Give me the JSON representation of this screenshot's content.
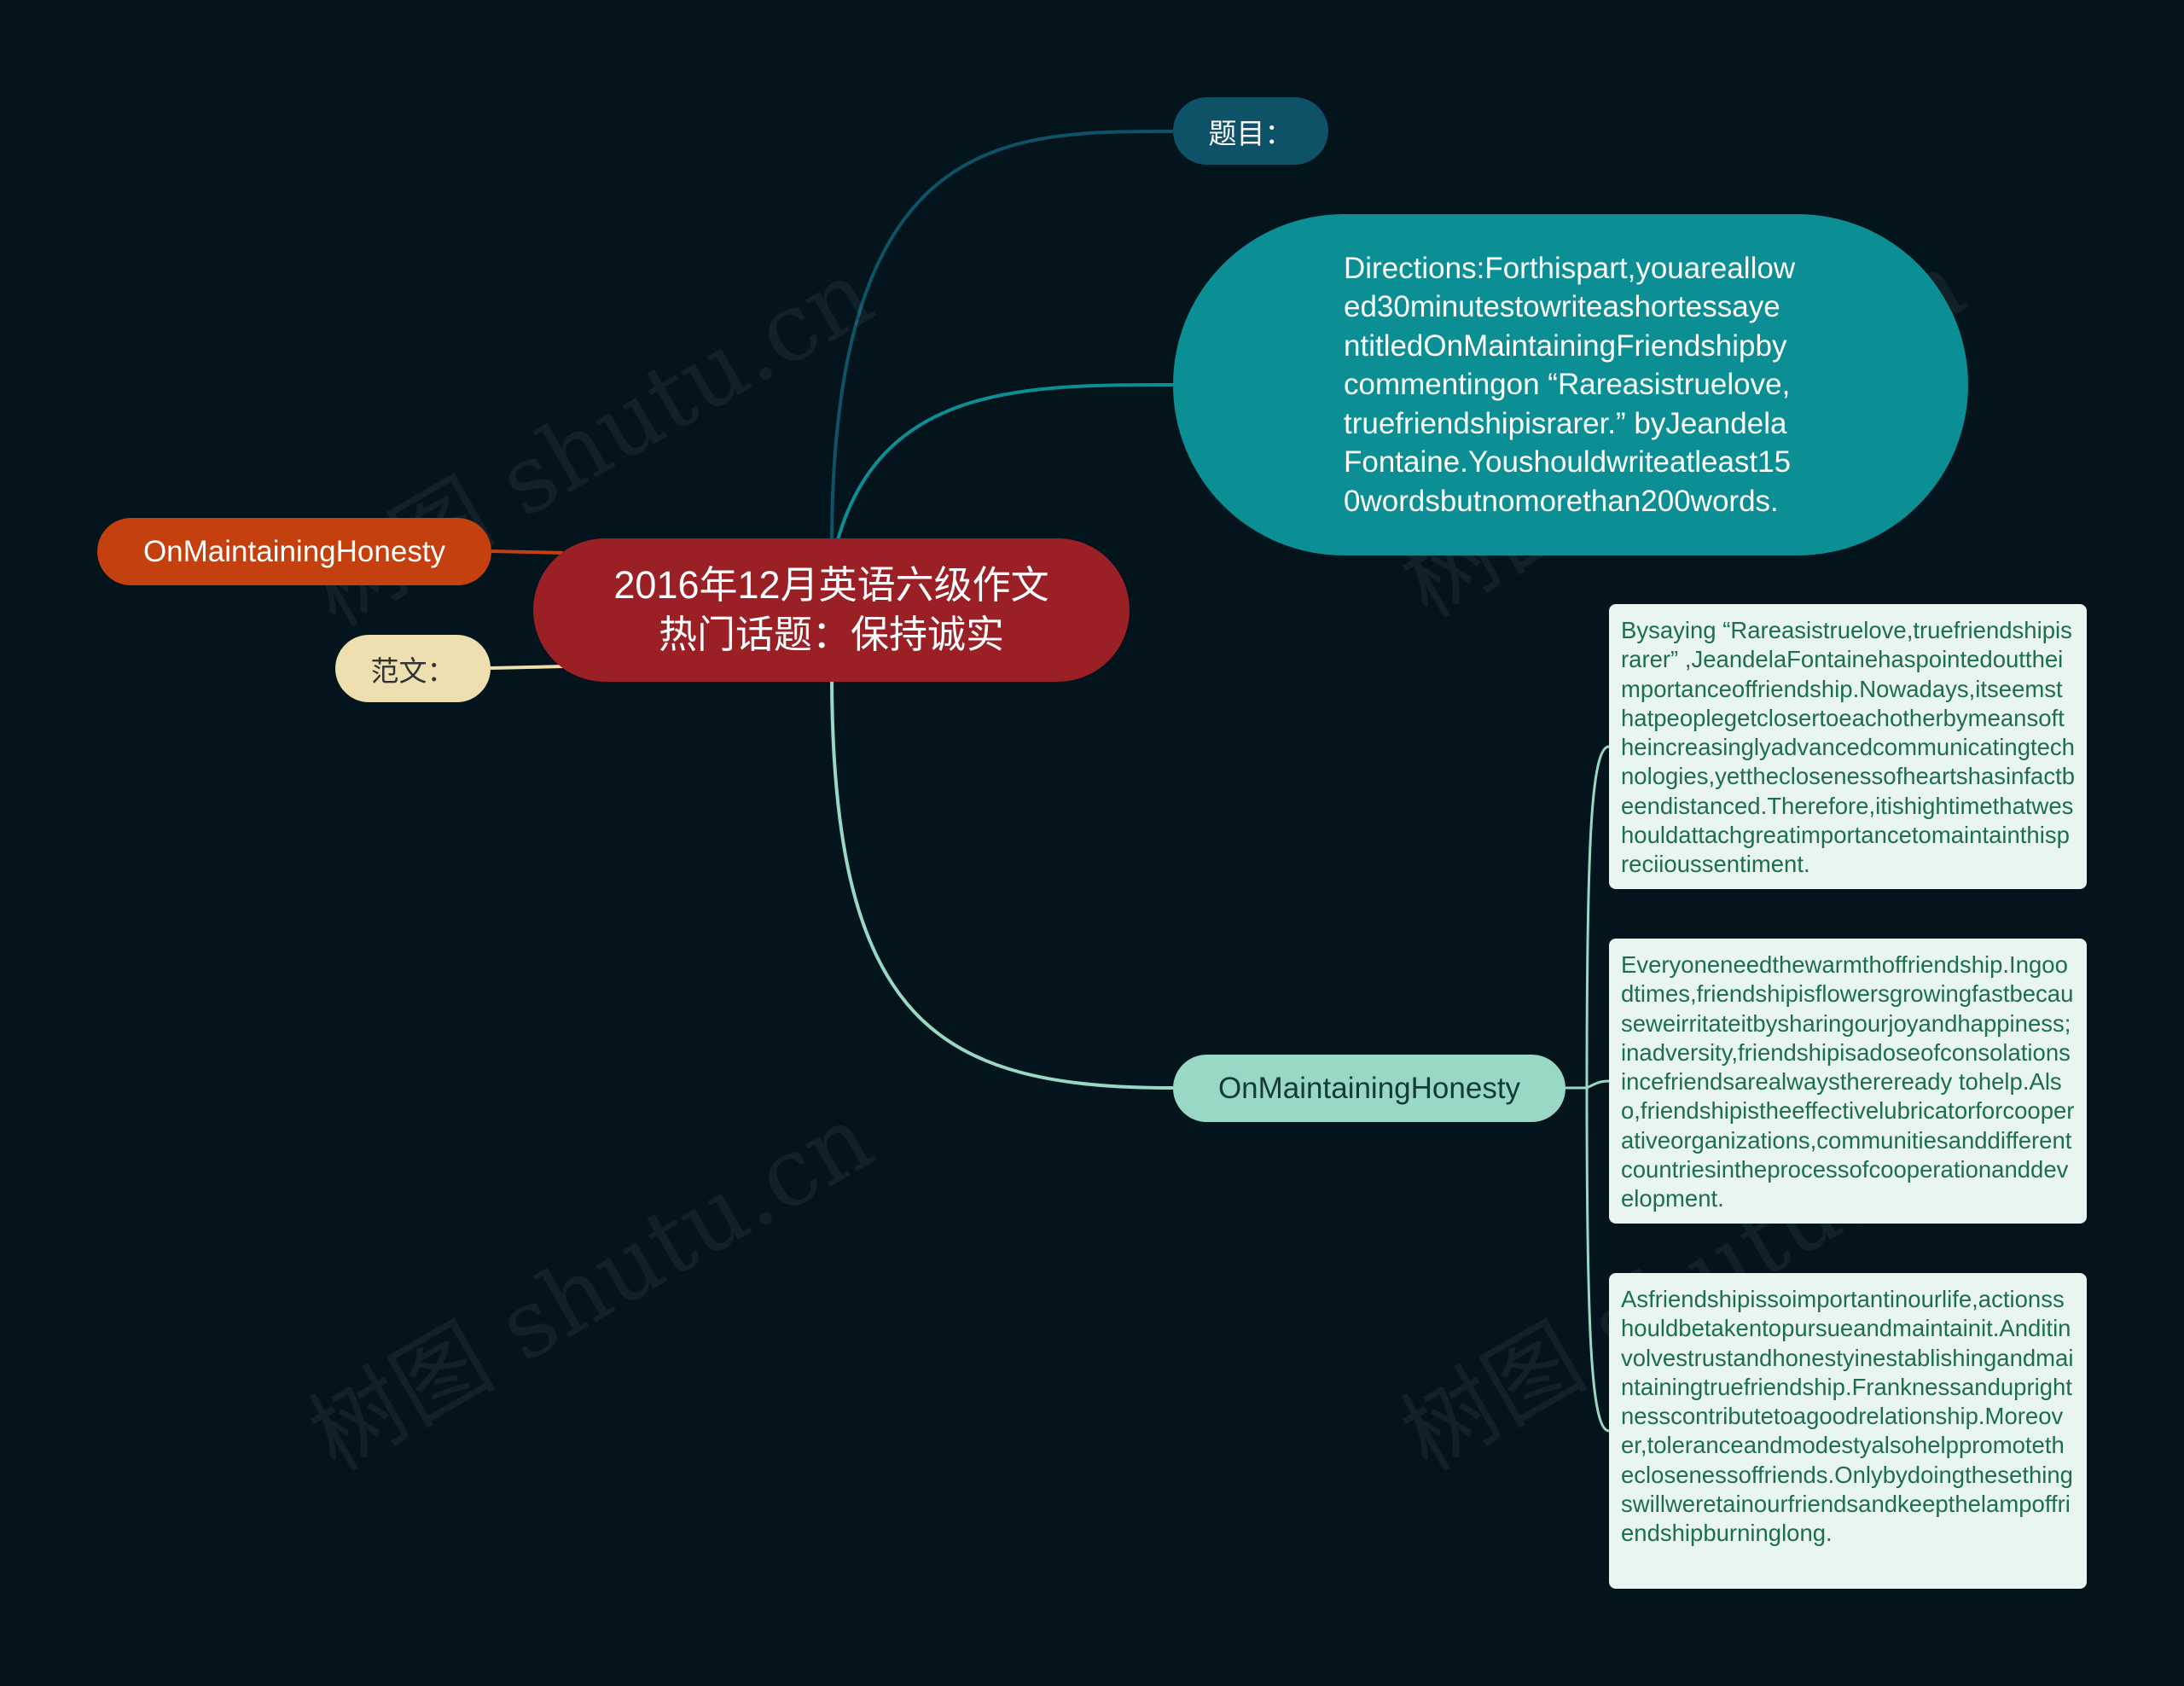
{
  "root": {
    "line1": "2016年12月英语六级作文",
    "line2": "热门话题：保持诚实"
  },
  "left_nodes": [
    {
      "label": "OnMaintainingHonesty"
    },
    {
      "label": "范文："
    }
  ],
  "right_nodes": {
    "title": "题目：",
    "directions": "Directions:Forthispart,youareallowed30minutestowriteashortessayentitledOnMaintainingFriendshipbycommentingon “Rareasistruelove,truefriendshipisrarer.” byJeandelaFontaine.Youshouldwriteatleast150wordsbutnomorethan200words.",
    "honesty": "OnMaintainingHonesty"
  },
  "paragraphs": [
    "Bysaying “Rareasistruelove,truefriendshipisrarer” ,JeandelaFontainehaspointedouttheimportanceoffriendship.Nowadays,itseemsthatpeoplegetclosertoeachotherbymeansoftheincreasinglyadvancedcommunicatingtechnologies,yettheclosenessofheartshasinfactbeendistanced.Therefore,itishightimethatweshouldattachgreatimportancetomaintainthispreciioussentiment.",
    "Everyoneneedthewarmthoffriendship.Ingoodtimes,friendshipisflowersgrowingfastbecauseweirritateitbysharingourjoyandhappiness;inadversity,friendshipisadoseofconsolationsincefriendsarealwaysthereready tohelp.Also,friendshipistheeffectivelubricatorforcooperativeorganizations,communitiesanddifferentcountriesintheprocessofcooperationanddevelopment.",
    "Asfriendshipissoimportantinourlife,actionsshouldbetakentopursueandmaintainit.Anditinvolvestrustandhonestyinestablishingandmaintainingtruefriendship.Franknessanduprightnesscontributetoagoodrelationship.Moreover,toleranceandmodestyalsohelppromotetheclosenessoffriends.Onlybydoingthesethingswillweretainourfriendsandkeepthelampoffriendshipburninglong."
  ],
  "watermark": "树图 shutu.cn",
  "colors": {
    "background": "#03141c",
    "root": "#9b2026",
    "left_orange": "#c4400e",
    "left_cream": "#eedfb0",
    "title_teal": "#0e5268",
    "directions_teal": "#0b8e94",
    "honesty_mint": "#98d8c4",
    "paragraph_bg": "#e9f5f0",
    "paragraph_text": "#1c6e4c"
  }
}
